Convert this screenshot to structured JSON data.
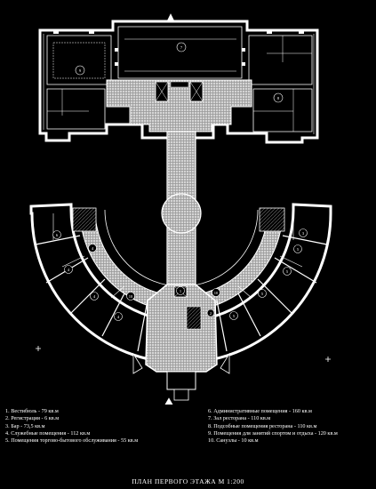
{
  "room_numbers": [
    "1",
    "2",
    "3",
    "4",
    "5",
    "6",
    "7",
    "8",
    "9",
    "10"
  ],
  "legend": {
    "left": [
      "1. Вестибюль - 79 кв.м",
      "2. Регистрация - 6 кв.м",
      "3. Бар - 73,5 кв.м",
      "4. Служебные помещения - 112 кв.м",
      "5. Помещения торгово-бытового обслуживания - 55 кв.м"
    ],
    "right": [
      "6. Административные помещения - 160 кв.м",
      "7. Зал ресторана - 110 кв.м",
      "8. Подсобные помещения ресторана - 110 кв.м",
      "9. Помещения для занятий спортом и отдыха - 120 кв.м",
      "10. Санузлы - 10 кв.м"
    ]
  },
  "title": "ПЛАН ПЕРВОГО ЭТАЖА   М 1:200",
  "colors": {
    "background": "#000000",
    "lines": "#ffffff",
    "floor_tiles": "#bdbdbd"
  }
}
